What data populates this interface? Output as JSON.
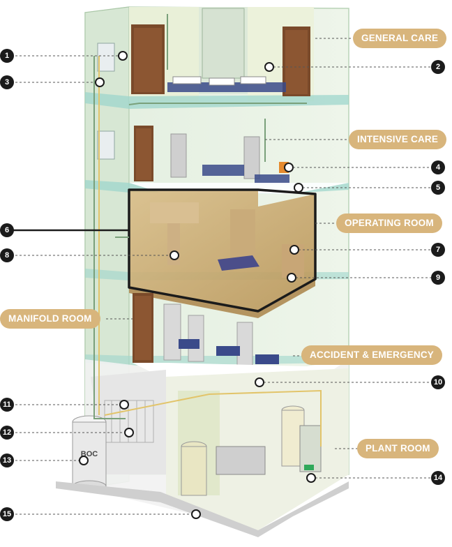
{
  "colors": {
    "label_bg": "#d8b57c",
    "marker_bg": "#1b1b1b",
    "leader_line": "#555555",
    "glass_wall": "#d9ead9",
    "operating_room": "#c8a46a"
  },
  "areas": [
    {
      "id": "general-care",
      "label": "GENERAL CARE"
    },
    {
      "id": "intensive-care",
      "label": "INTENSIVE CARE"
    },
    {
      "id": "operating-room",
      "label": "OPERATING ROOM"
    },
    {
      "id": "manifold-room",
      "label": "MANIFOLD ROOM"
    },
    {
      "id": "accident-emergency",
      "label": "ACCIDENT & EMERGENCY"
    },
    {
      "id": "plant-room",
      "label": "PLANT ROOM"
    }
  ],
  "markers": [
    "1",
    "2",
    "3",
    "4",
    "5",
    "6",
    "7",
    "8",
    "9",
    "10",
    "11",
    "12",
    "13",
    "14",
    "15"
  ],
  "tank_text": "BOC"
}
